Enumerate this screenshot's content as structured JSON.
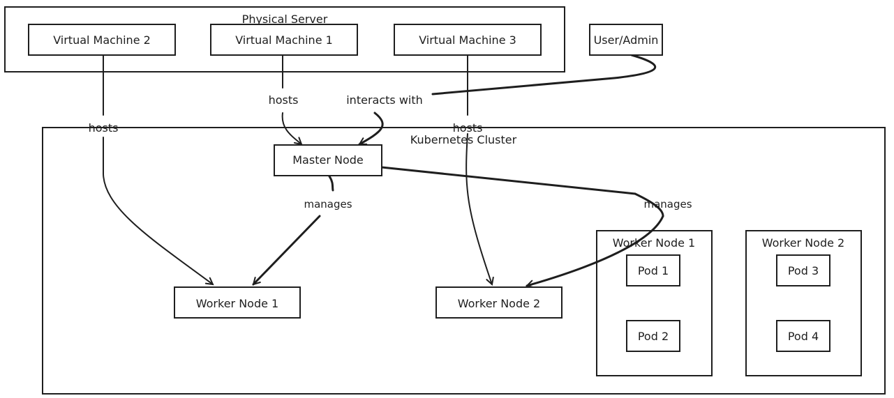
{
  "diagram": {
    "containers": {
      "physical_server": "Physical Server",
      "k8s_cluster": "Kubernetes Cluster",
      "worker_node_1_group": "Worker Node 1",
      "worker_node_2_group": "Worker Node 2"
    },
    "nodes": {
      "vm2": "Virtual Machine 2",
      "vm1": "Virtual Machine 1",
      "vm3": "Virtual Machine 3",
      "user_admin": "User/Admin",
      "master": "Master Node",
      "worker1": "Worker Node 1",
      "worker2": "Worker Node 2",
      "pod1": "Pod 1",
      "pod2": "Pod 2",
      "pod3": "Pod 3",
      "pod4": "Pod 4"
    },
    "edges": {
      "vm2_worker1": "hosts",
      "vm1_master": "hosts",
      "vm3_worker2": "hosts",
      "user_master": "interacts with",
      "master_worker1": "manages",
      "master_worker2": "manages"
    }
  }
}
